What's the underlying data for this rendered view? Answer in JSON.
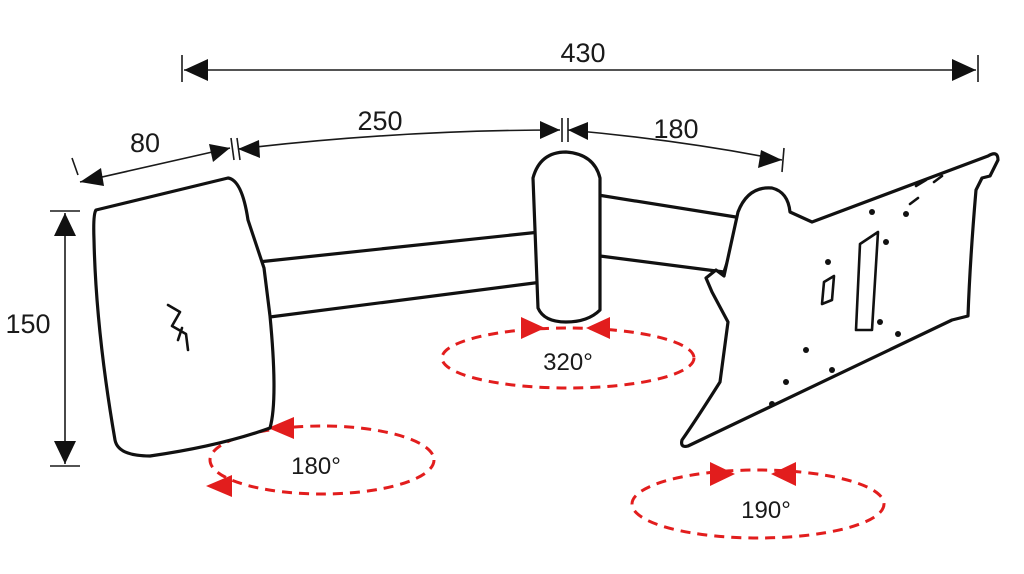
{
  "dimensions": {
    "total": "430",
    "arm_long": "250",
    "arm_short": "180",
    "wall_plate_depth": "80",
    "wall_plate_height": "150"
  },
  "rotations": {
    "wall_joint": "180°",
    "middle_joint": "320°",
    "bracket_joint": "190°"
  },
  "colors": {
    "outline": "#111111",
    "dimension_line": "#1a1a1a",
    "rotation_arrow": "#e21d1d"
  },
  "icons": {
    "wall_plate_mark": "lightning-bolt-icon"
  }
}
